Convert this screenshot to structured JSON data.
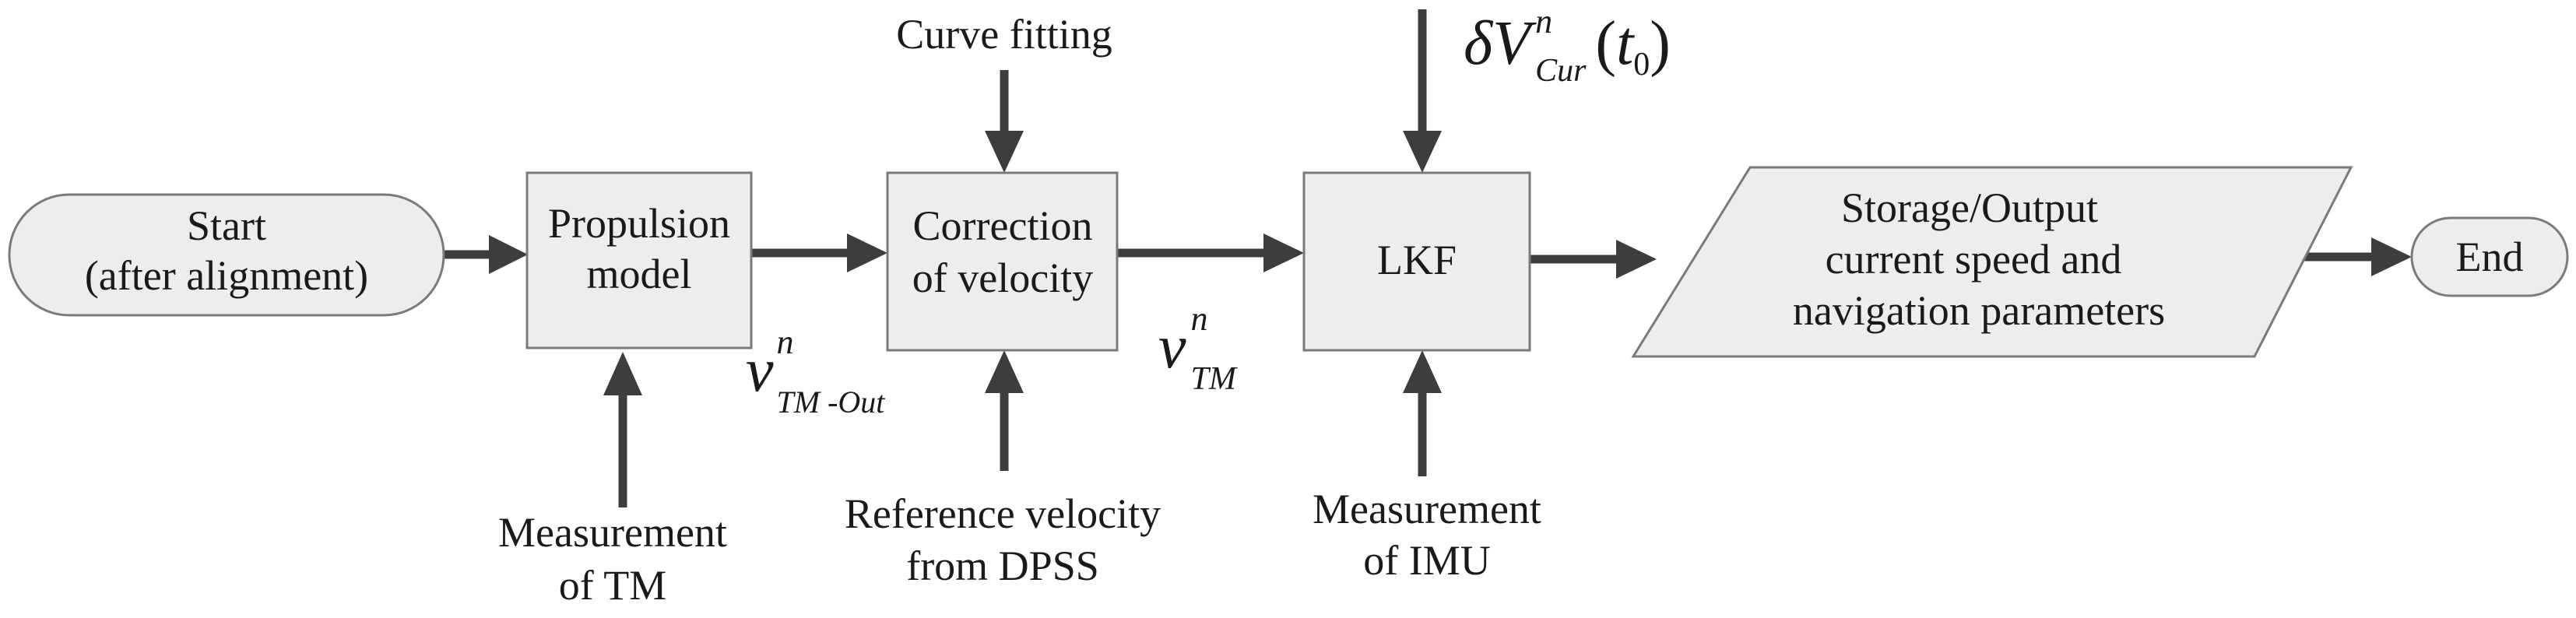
{
  "nodes": {
    "start": {
      "lines": [
        "Start",
        "(after alignment)"
      ]
    },
    "propulsion": {
      "lines": [
        "Propulsion",
        "model"
      ]
    },
    "correction": {
      "lines": [
        "Correction",
        "of velocity"
      ]
    },
    "lkf": {
      "lines": [
        "LKF"
      ]
    },
    "storage": {
      "lines": [
        "Storage/Output",
        "current speed and",
        "navigation parameters"
      ]
    },
    "end": {
      "lines": [
        "End"
      ]
    }
  },
  "inputs": {
    "curve_fitting": {
      "lines": [
        "Curve fitting"
      ]
    },
    "measurement_tm": {
      "lines": [
        "Measurement",
        "of TM"
      ]
    },
    "reference_velocity": {
      "lines": [
        "Reference velocity",
        "from DPSS"
      ]
    },
    "measurement_imu": {
      "lines": [
        "Measurement",
        "of IMU"
      ]
    }
  },
  "math": {
    "v_tm_out": {
      "base": "v",
      "sup": "n",
      "sub": "TM -Out"
    },
    "v_tm": {
      "base": "v",
      "sup": "n",
      "sub": "TM"
    },
    "delta_v_cur": {
      "base": "δV",
      "sup": "n",
      "sub": "Cur",
      "arg_open": "(",
      "arg": "t",
      "arg_sub": "0",
      "arg_close": ")"
    }
  },
  "colors": {
    "box_fill": "#ededed",
    "box_stroke": "#7a7a7a",
    "arrow": "#3d3d3d",
    "text": "#1a1a1a"
  }
}
